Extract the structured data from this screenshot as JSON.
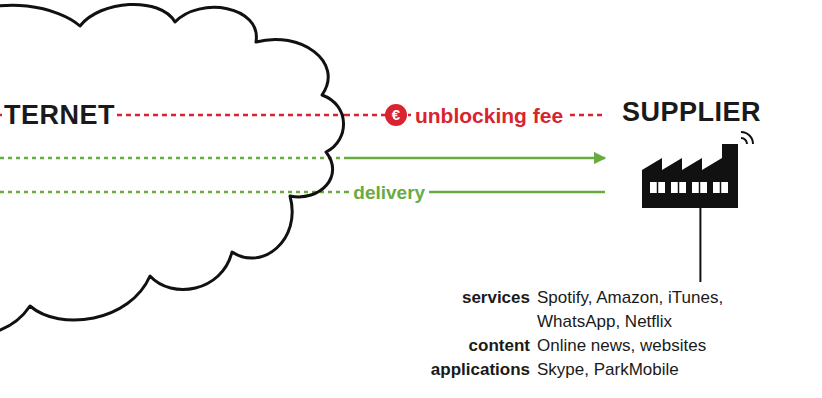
{
  "diagram": {
    "nodes": [
      {
        "text": [
          "TERNET"
        ]
      },
      {
        "text": [
          "SUPPLIER"
        ]
      }
    ],
    "edges": [
      {
        "from": 0,
        "to": 1,
        "arrow": "none",
        "label": "unblocking fee"
      },
      {
        "from": 0,
        "to": 1,
        "arrow": "to"
      },
      {
        "from": 0,
        "to": 1,
        "arrow": "none",
        "label": "delivery"
      }
    ],
    "labels": [
      "€",
      "services",
      "Spotify, Amazon, iTunes, WhatsApp, Netflix",
      "content",
      "Online news, websites",
      "applications",
      "Skype, ParkMobile"
    ]
  }
}
